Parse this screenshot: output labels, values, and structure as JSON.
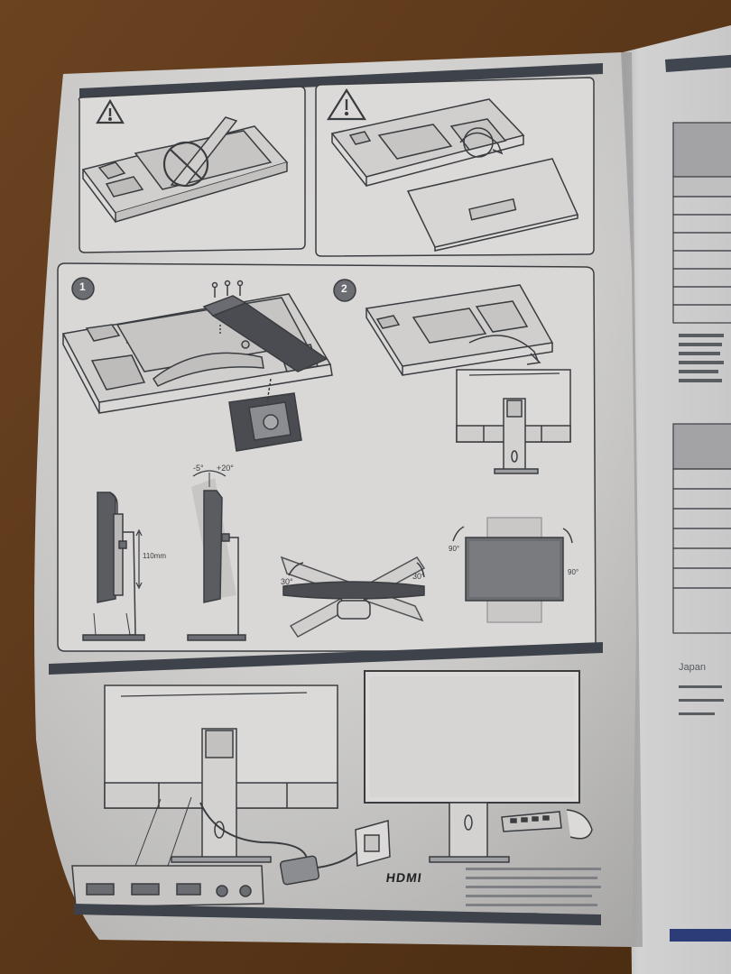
{
  "manual": {
    "steps": {
      "step_one": "1",
      "step_two": "2"
    },
    "labels": {
      "height_adjust": "110mm",
      "tilt_forward": "-5°",
      "tilt_back": "+20°",
      "swivel_left": "30°",
      "swivel_right": "30°",
      "pivot_left": "90°",
      "pivot_right": "90°"
    },
    "brand": {
      "hdmi_logo": "HDMI"
    },
    "right_page": {
      "heading": "Japan"
    }
  },
  "colors": {
    "table": "#7a7b7e",
    "paper": "#d9d8d6",
    "ink": "#3a3c40"
  }
}
